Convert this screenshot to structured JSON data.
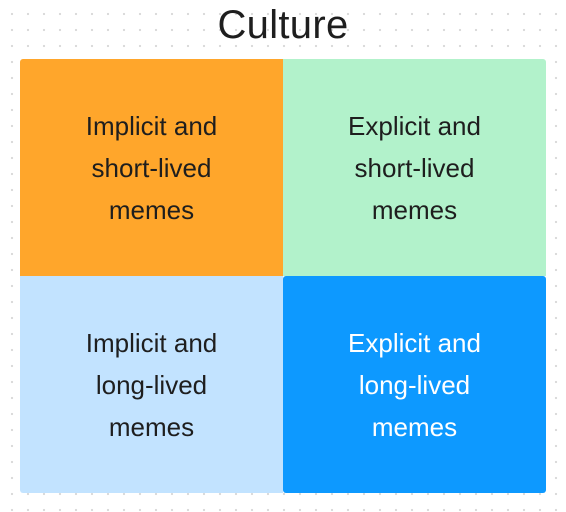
{
  "title": "Culture",
  "quadrants": [
    {
      "label": "Implicit and\nshort-lived\nmemes",
      "bg": "#ffa62b",
      "fg": "#1e1e1e"
    },
    {
      "label": "Explicit and\nshort-lived\nmemes",
      "bg": "#b2f2cb",
      "fg": "#1e1e1e"
    },
    {
      "label": "Implicit and\nlong-lived\nmemes",
      "bg": "#c2e3ff",
      "fg": "#1e1e1e"
    },
    {
      "label": "Explicit and\nlong-lived\nmemes",
      "bg": "#0d99ff",
      "fg": "#ffffff"
    }
  ]
}
